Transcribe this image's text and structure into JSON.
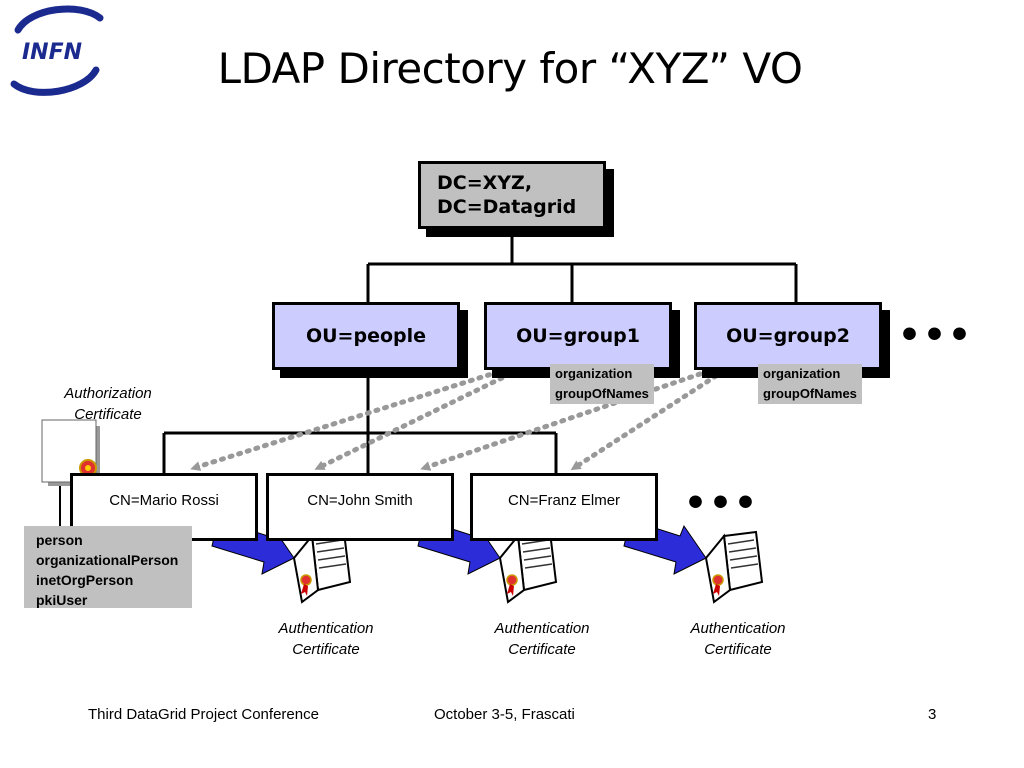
{
  "slide": {
    "title": "LDAP Directory for “XYZ” VO",
    "logo": {
      "text": "INFN",
      "icon": "infn-logo-icon"
    },
    "root": {
      "line1": "DC=XYZ,",
      "line2": "DC=Datagrid"
    },
    "ous": [
      {
        "label": "OU=people"
      },
      {
        "label": "OU=group1",
        "objectclasses": [
          "organization",
          "groupOfNames"
        ]
      },
      {
        "label": "OU=group2",
        "objectclasses": [
          "organization",
          "groupOfNames"
        ]
      }
    ],
    "ou_ellipsis": "•••",
    "people": [
      {
        "label": "CN=Mario Rossi"
      },
      {
        "label": "CN=John Smith"
      },
      {
        "label": "CN=Franz Elmer"
      }
    ],
    "people_ellipsis": "•••",
    "person_objectclasses": [
      "person",
      "organizationalPerson",
      "inetOrgPerson",
      "pkiUser"
    ],
    "authorization_caption": [
      "Authorization",
      "Certificate"
    ],
    "authentication_caption": [
      "Authentication",
      "Certificate"
    ],
    "colors": {
      "ou_fill": "#ccccff",
      "root_fill": "#c0c0c0",
      "arrow_blue": "#2c2cd8",
      "dotted": "#999999"
    },
    "footer": {
      "left": "Third DataGrid Project Conference",
      "center": "October 3-5, Frascati",
      "page": "3"
    }
  }
}
